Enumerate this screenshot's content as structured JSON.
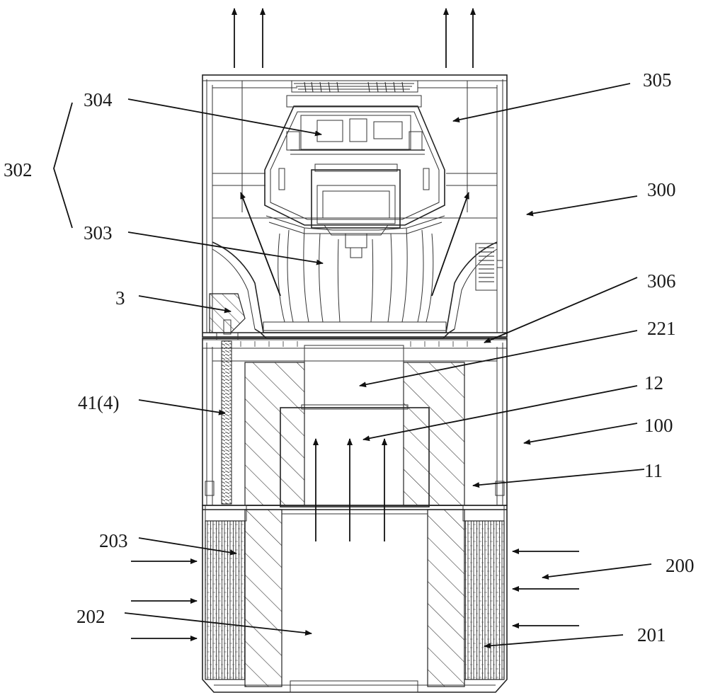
{
  "labels": {
    "l302": "302",
    "l304": "304",
    "l303": "303",
    "l3": "3",
    "l41": "41(4)",
    "l203": "203",
    "l202": "202",
    "l305": "305",
    "l300": "300",
    "l306": "306",
    "l221": "221",
    "l12": "12",
    "l100": "100",
    "l11": "11",
    "l200": "200",
    "l201": "201"
  }
}
